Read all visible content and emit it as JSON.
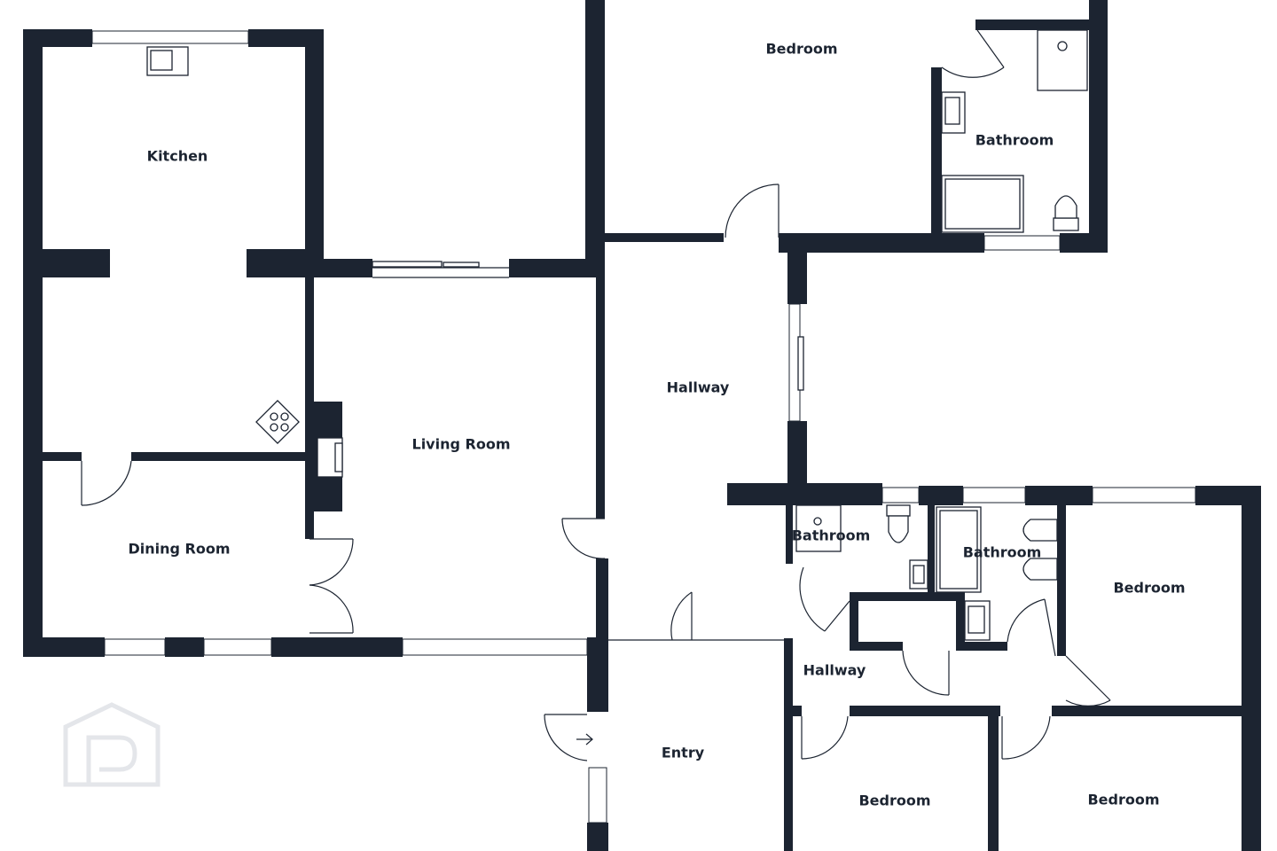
{
  "colors": {
    "wall": "#1c2431",
    "background": "#ffffff",
    "watermark": "#e4e6ea"
  },
  "rooms": {
    "kitchen": "Kitchen",
    "living_room": "Living Room",
    "dining_room": "Dining Room",
    "hallway_main": "Hallway",
    "hallway_south": "Hallway",
    "entry": "Entry",
    "bedroom_north": "Bedroom",
    "bathroom_north": "Bathroom",
    "bathroom_center": "Bathroom",
    "bathroom_east": "Bathroom",
    "bedroom_east": "Bedroom",
    "bedroom_south_center": "Bedroom",
    "bedroom_south_east": "Bedroom"
  },
  "icons": [
    "watermark-logo-icon",
    "entry-arrow-icon",
    "cooktop-icon",
    "sink-icon",
    "toilet-icon",
    "shower-icon",
    "bathtub-icon",
    "fireplace-icon"
  ]
}
